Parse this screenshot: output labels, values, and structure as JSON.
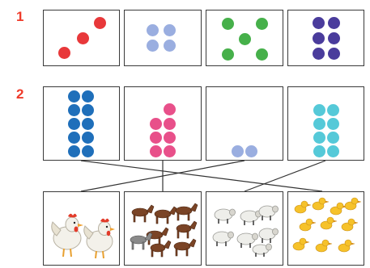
{
  "section_numbers": [
    "1",
    "2"
  ],
  "row1": [
    {
      "count": 3,
      "color": "#e8383a"
    },
    {
      "count": 4,
      "color": "#9aaee0"
    },
    {
      "count": 5,
      "color": "#46b04a"
    },
    {
      "count": 6,
      "color": "#4a3c9c"
    }
  ],
  "row2": [
    {
      "count": 10,
      "color": "#1f6fba"
    },
    {
      "count": 7,
      "color": "#e8508a"
    },
    {
      "count": 2,
      "color": "#9aaee0"
    },
    {
      "count": 8,
      "color": "#55c9d8"
    }
  ],
  "animals": [
    {
      "icon": "chicken-icon",
      "count": 2
    },
    {
      "icon": "horse-icon",
      "count": 8
    },
    {
      "icon": "sheep-icon",
      "count": 7
    },
    {
      "icon": "duckling-icon",
      "count": 10
    }
  ]
}
